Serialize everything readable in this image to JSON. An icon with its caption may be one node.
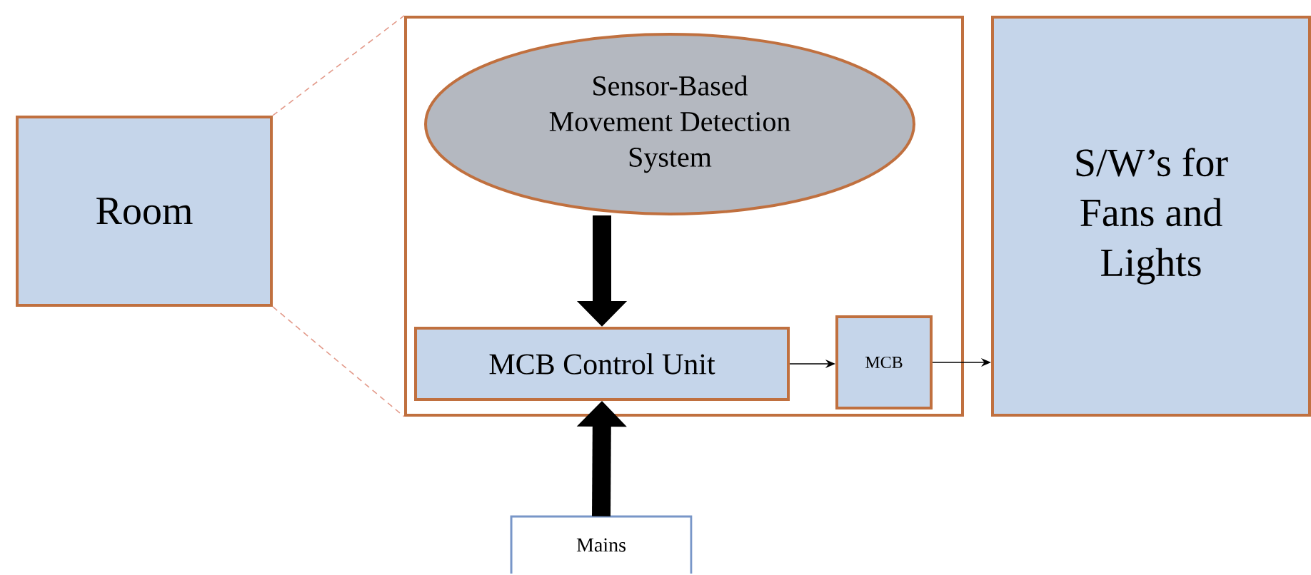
{
  "diagram": {
    "nodes": [
      {
        "text": [
          "Room"
        ]
      },
      {
        "text": [],
        "shape": "box"
      },
      {
        "text": [
          "Sensor-Based Movement Detection System"
        ],
        "in": 1
      },
      {
        "text": [
          "MCB Control Unit"
        ],
        "in": 1
      },
      {
        "text": [
          "MCB"
        ],
        "in": 1
      },
      {
        "text": [
          "S/W’s for Fans and Lights"
        ]
      },
      {
        "text": [
          "Mains"
        ]
      }
    ],
    "edges": [
      {
        "from": 0,
        "to": 1,
        "arrow": "none",
        "style": "dashed",
        "color": "#e39a8a"
      },
      {
        "from": 0,
        "to": 1,
        "arrow": "none",
        "style": "dashed",
        "color": "#e39a8a"
      },
      {
        "from": 2,
        "to": 3,
        "arrow": "to",
        "style": "thick"
      },
      {
        "from": 6,
        "to": 3,
        "arrow": "to",
        "style": "thick"
      },
      {
        "from": 3,
        "to": 4,
        "arrow": "to"
      },
      {
        "from": 4,
        "to": 5,
        "arrow": "to"
      }
    ]
  }
}
